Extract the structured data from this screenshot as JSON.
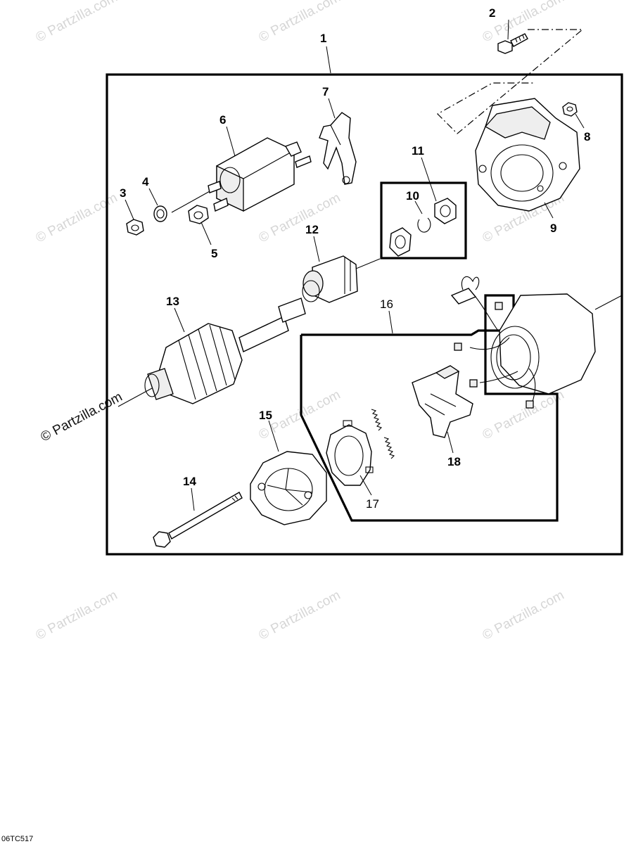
{
  "diagram": {
    "figure_id": "06TC517",
    "watermark": "© Partzilla.com",
    "callouts": [
      "1",
      "2",
      "3",
      "4",
      "5",
      "6",
      "7",
      "8",
      "9",
      "10",
      "11",
      "12",
      "13",
      "14",
      "15",
      "16",
      "17",
      "18"
    ]
  }
}
